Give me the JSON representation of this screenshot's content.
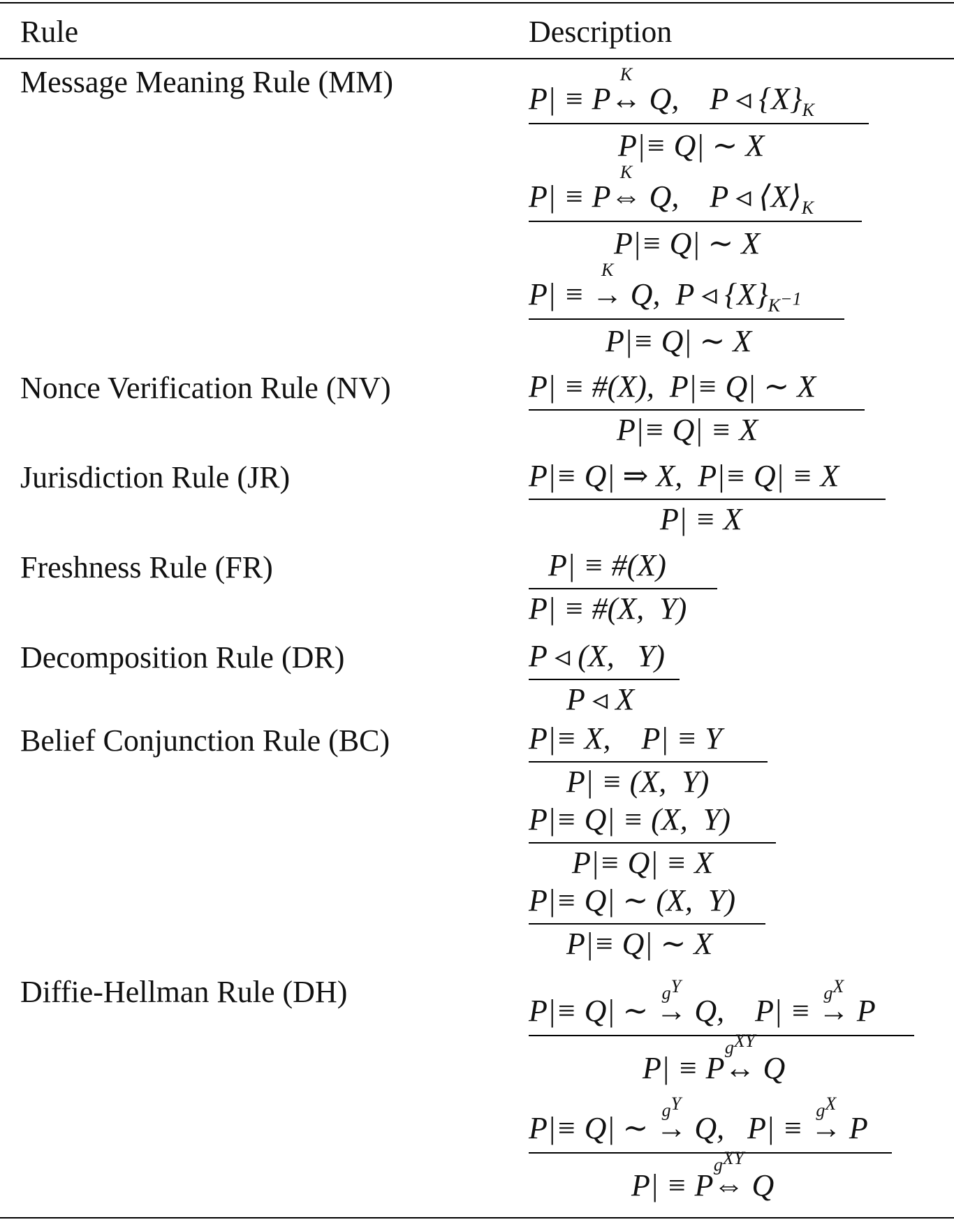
{
  "table": {
    "headers": {
      "rule": "Rule",
      "description": "Description"
    },
    "rules": [
      {
        "name": "Message Meaning Rule (MM)"
      },
      {
        "name": "Nonce Verification Rule (NV)"
      },
      {
        "name": "Jurisdiction Rule (JR)"
      },
      {
        "name": "Freshness Rule (FR)"
      },
      {
        "name": "Decomposition Rule (DR)"
      },
      {
        "name": "Belief Conjunction Rule (BC)"
      },
      {
        "name": "Diffie-Hellman Rule (DH)"
      }
    ]
  }
}
